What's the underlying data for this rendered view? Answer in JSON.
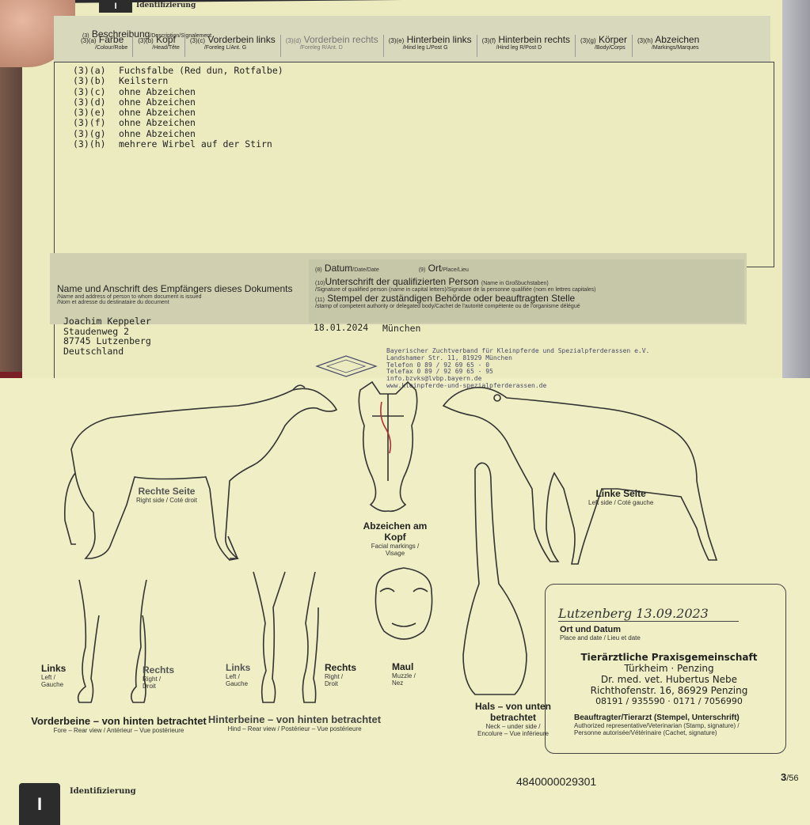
{
  "section_label": "Identifizierung",
  "description": {
    "header": "Beschreibung",
    "header_num": "(3)",
    "header_sub": "/Description/Signalement",
    "columns": [
      {
        "num": "(3)(a)",
        "label": "Farbe",
        "sub": "/Colour/Robe"
      },
      {
        "num": "(3)(b)",
        "label": "Kopf",
        "sub": "/Head/Tête"
      },
      {
        "num": "(3)(c)",
        "label": "Vorderbein links",
        "sub": "/Foreleg L/Ant. G"
      },
      {
        "num": "(3)(d)",
        "label": "Vorderbein rechts",
        "sub": "/Foreleg R/Ant. D"
      },
      {
        "num": "(3)(e)",
        "label": "Hinterbein links",
        "sub": "/Hind leg L/Post G"
      },
      {
        "num": "(3)(f)",
        "label": "Hinterbein rechts",
        "sub": "/Hind leg R/Post D"
      },
      {
        "num": "(3)(g)",
        "label": "Körper",
        "sub": "/Body/Corps"
      },
      {
        "num": "(3)(h)",
        "label": "Abzeichen",
        "sub": "/Markings/Marques"
      }
    ],
    "entries": [
      {
        "code": "(3)(a)",
        "text": "Fuchsfalbe (Red dun, Rotfalbe)"
      },
      {
        "code": "(3)(b)",
        "text": "Keilstern"
      },
      {
        "code": "(3)(c)",
        "text": "ohne Abzeichen"
      },
      {
        "code": "(3)(d)",
        "text": "ohne Abzeichen"
      },
      {
        "code": "(3)(e)",
        "text": "ohne Abzeichen"
      },
      {
        "code": "(3)(f)",
        "text": "ohne Abzeichen"
      },
      {
        "code": "(3)(g)",
        "text": "ohne Abzeichen"
      },
      {
        "code": "(3)(h)",
        "text": "mehrere Wirbel auf der Stirn"
      }
    ]
  },
  "recipient": {
    "label": "Name und Anschrift des Empfängers dieses Dokuments",
    "sub_en": "/Name and address of person to whom document is issued",
    "sub_fr": "/Nom et adresse du destinataire du document",
    "lines": [
      "Joachim Keppeler",
      "Staudenweg 2",
      "87745 Lutzenberg",
      "Deutschland"
    ]
  },
  "fields": {
    "date_num": "(8)",
    "date_label": "Datum",
    "date_sub": "/Date/Date",
    "place_num": "(9)",
    "place_label": "Ort",
    "place_sub": "/Place/Lieu",
    "sig_num": "(10)",
    "sig_label": "Unterschrift der qualifizierten Person",
    "sig_hint": "(Name in Großbuchstaben)",
    "sig_sub": "/Signature of qualified person (name in capital letters)/Signature de la personne qualifiée (nom en lettres capitales)",
    "stamp_num": "(11)",
    "stamp_label": "Stempel der zuständigen Behörde oder beauftragten Stelle",
    "stamp_sub": "/stamp of competent authority or delegated body/Cachet de l'autorité compétente ou de l'organisme délégué",
    "date_value": "18.01.2024",
    "place_value": "München"
  },
  "authority_stamp": {
    "lines": [
      "Bayerischer Zuchtverband für Kleinpferde und Spezialpferderassen e.V.",
      "Landshamer Str. 11, 81929 München",
      "Telefon 0 89 / 92 69 65 - 0",
      "Telefax 0 89 / 92 69 65 - 95",
      "info.bzvks@lvbp.bayern.de",
      "www.kleinpferde-und-spezialpferderassen.de"
    ]
  },
  "diagram": {
    "right_side": {
      "label": "Rechte Seite",
      "sub": "Right side / Coté droit"
    },
    "left_side": {
      "label": "Linke Seite",
      "sub": "Left side / Coté gauche"
    },
    "head": {
      "label": "Abzeichen am Kopf",
      "sub1": "Facial markings /",
      "sub2": "Visage"
    },
    "fore_links": {
      "label": "Links",
      "sub1": "Left /",
      "sub2": "Gauche"
    },
    "fore_rechts": {
      "label": "Rechts",
      "sub1": "Right /",
      "sub2": "Droit"
    },
    "hind_links": {
      "label": "Links",
      "sub1": "Left /",
      "sub2": "Gauche"
    },
    "hind_rechts": {
      "label": "Rechts",
      "sub1": "Right /",
      "sub2": "Droit"
    },
    "muzzle": {
      "label": "Maul",
      "sub1": "Muzzle /",
      "sub2": "Nez"
    },
    "forelegs_caption": "Vorderbeine – von hinten betrachtet",
    "forelegs_sub": "Fore – Rear view / Antérieur – Vue postérieure",
    "hindlegs_caption": "Hinterbeine – von hinten betrachtet",
    "hindlegs_sub": "Hind – Rear view / Postérieur – Vue postérieure",
    "neck_caption": "Hals – von unten betrachtet",
    "neck_sub1": "Neck – under side /",
    "neck_sub2": "Encolure – Vue inférieure"
  },
  "vet": {
    "place_date_hand": "Lutzenberg 13.09.2023",
    "place_date_label": "Ort und Datum",
    "place_date_sub": "Place and date / Lieu et date",
    "stamp_lines": [
      "Tierärztliche Praxisgemeinschaft",
      "Türkheim · Penzing",
      "Dr. med. vet. Hubertus Nebe",
      "Richthofenstr. 16, 86929 Penzing",
      "08191 / 935590 · 0171 / 7056990"
    ],
    "label": "Beauftragter/Tierarzt (Stempel, Unterschrift)",
    "sub1": "Authorized representative/Veterinarian (Stamp, signature) /",
    "sub2": "Personne autorisée/Vétérinaire (Cachet, signature)"
  },
  "footer": {
    "number": "4840000029301",
    "page": "3",
    "total": "/56",
    "tab_letter": "I"
  }
}
